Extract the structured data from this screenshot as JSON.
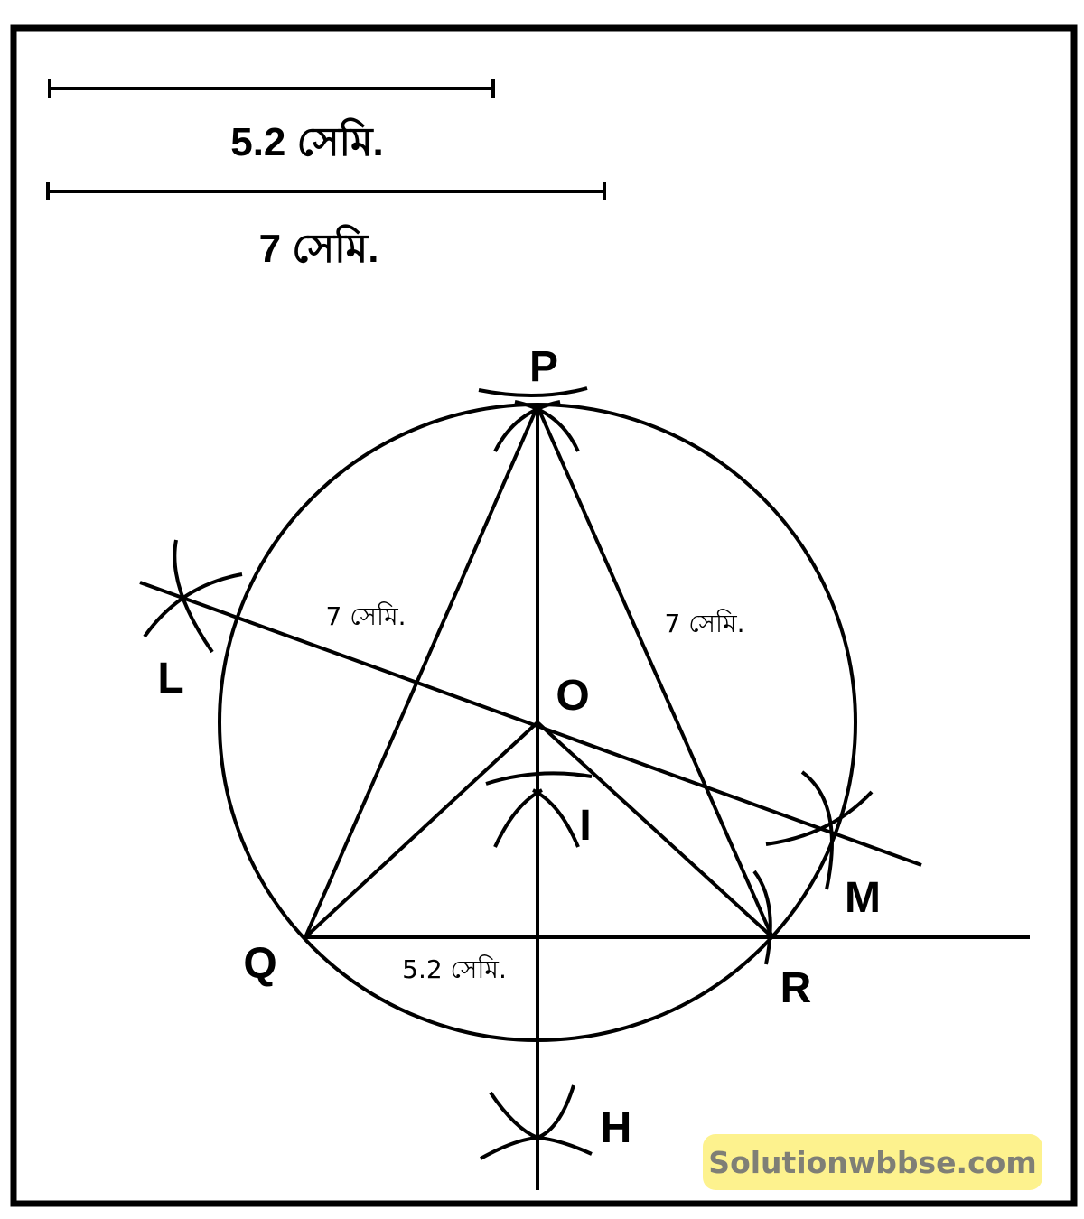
{
  "given_lengths": [
    {
      "label": "5.2 সেমি."
    },
    {
      "label": "7 সেমি."
    }
  ],
  "points": {
    "P": "P",
    "Q": "Q",
    "R": "R",
    "O": "O",
    "I": "I",
    "H": "H",
    "L": "L",
    "M": "M"
  },
  "side_labels": {
    "PQ": "7 সেমি.",
    "PR": "7 সেমি.",
    "QR": "5.2 সেমি."
  },
  "watermark": "Solutionwbbse.com",
  "colors": {
    "stroke": "#000000",
    "watermark_bg": "#fdf28e",
    "watermark_text": "#7f7f76"
  }
}
